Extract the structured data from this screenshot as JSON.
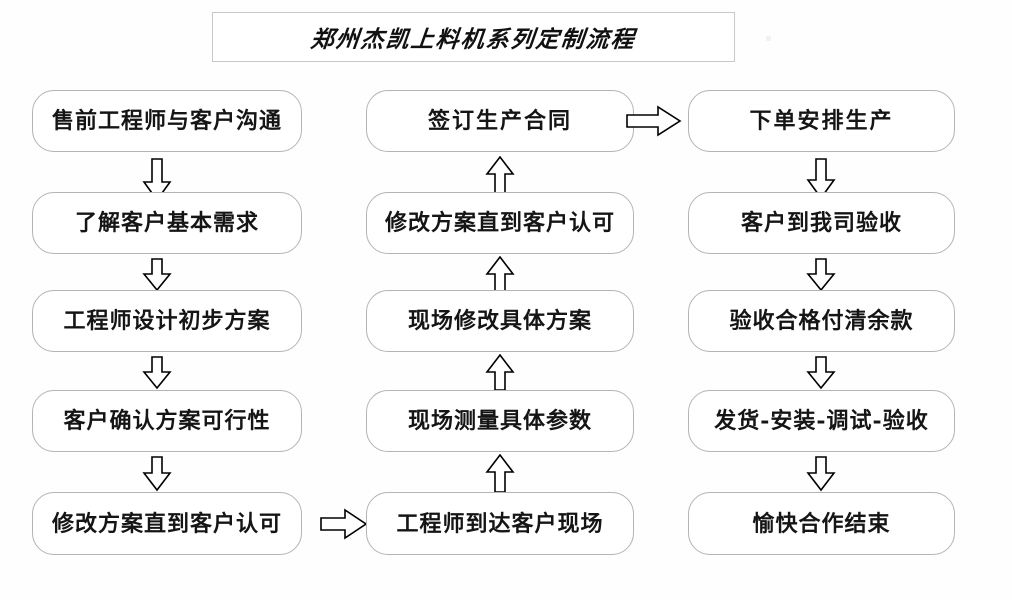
{
  "diagram": {
    "title": "郑州杰凯上料机系列定制流程",
    "columns": [
      {
        "id": "left",
        "flow_direction": "down",
        "nodes": [
          {
            "label": "售前工程师与客户沟通"
          },
          {
            "label": "了解客户基本需求"
          },
          {
            "label": "工程师设计初步方案"
          },
          {
            "label": "客户确认方案可行性"
          },
          {
            "label": "修改方案直到客户认可"
          }
        ]
      },
      {
        "id": "middle",
        "flow_direction": "up",
        "nodes": [
          {
            "label": "签订生产合同"
          },
          {
            "label": "修改方案直到客户认可"
          },
          {
            "label": "现场修改具体方案"
          },
          {
            "label": "现场测量具体参数"
          },
          {
            "label": "工程师到达客户现场"
          }
        ]
      },
      {
        "id": "right",
        "flow_direction": "down",
        "nodes": [
          {
            "label": "下单安排生产"
          },
          {
            "label": "客户到我司验收"
          },
          {
            "label": "验收合格付清余款"
          },
          {
            "label": "发货-安装-调试-验收"
          },
          {
            "label": "愉快合作结束"
          }
        ]
      }
    ],
    "connectors": [
      {
        "id": "left-1-2",
        "direction": "down"
      },
      {
        "id": "left-2-3",
        "direction": "down"
      },
      {
        "id": "left-3-4",
        "direction": "down"
      },
      {
        "id": "left-4-5",
        "direction": "down"
      },
      {
        "id": "left-to-middle",
        "direction": "right"
      },
      {
        "id": "middle-5-4",
        "direction": "up"
      },
      {
        "id": "middle-4-3",
        "direction": "up"
      },
      {
        "id": "middle-3-2",
        "direction": "up"
      },
      {
        "id": "middle-2-1",
        "direction": "up"
      },
      {
        "id": "middle-to-right",
        "direction": "right"
      },
      {
        "id": "right-1-2",
        "direction": "down"
      },
      {
        "id": "right-2-3",
        "direction": "down"
      },
      {
        "id": "right-3-4",
        "direction": "down"
      },
      {
        "id": "right-4-5",
        "direction": "down"
      }
    ],
    "colors": {
      "background": "#fefefe",
      "node_border": "#b4b4b4",
      "title_border": "#c8c8c8",
      "text": "#151515",
      "arrow_stroke": "#000000"
    }
  }
}
